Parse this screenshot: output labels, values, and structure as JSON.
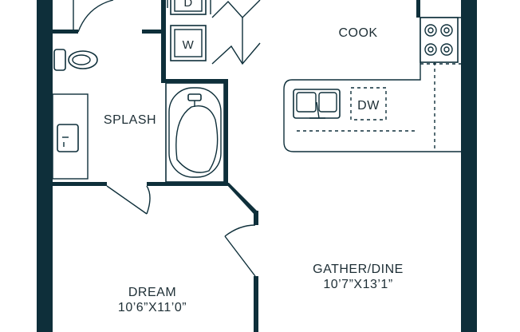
{
  "rooms": {
    "cook": {
      "name": "COOK"
    },
    "splash": {
      "name": "SPLASH"
    },
    "gather": {
      "name": "GATHER/DINE",
      "size": "10’7”X13’1”"
    },
    "dream": {
      "name": "DREAM",
      "size": "10’6”X11’0”"
    }
  },
  "appliances": {
    "dryer": "D",
    "washer": "W",
    "dishwasher": "DW"
  }
}
